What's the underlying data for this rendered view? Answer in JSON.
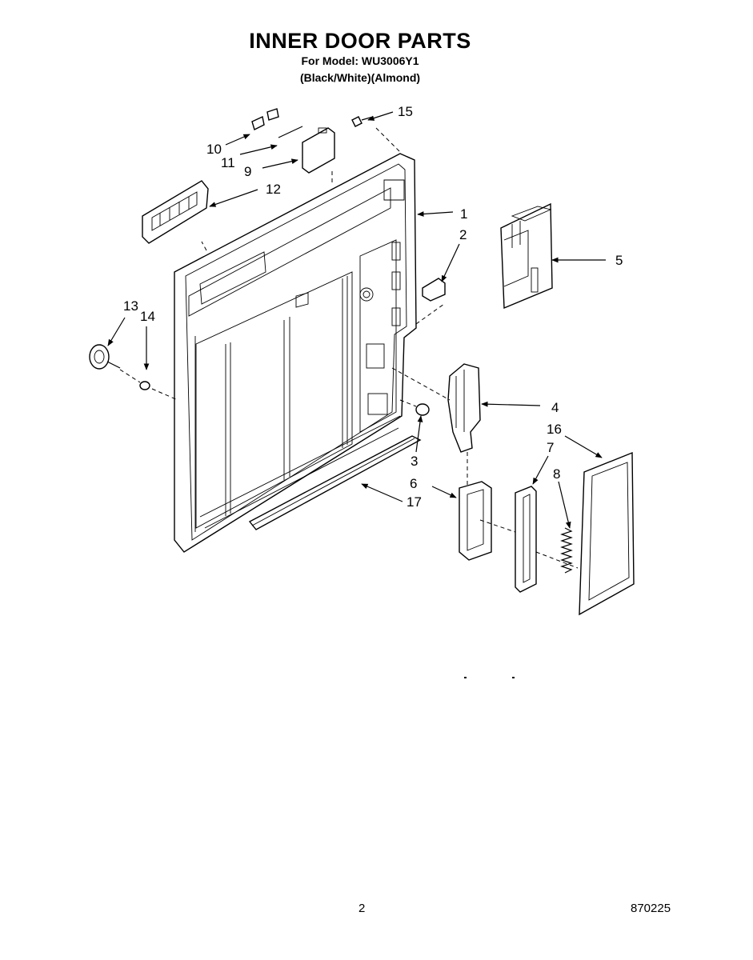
{
  "header": {
    "title": "INNER DOOR PARTS",
    "model_line": "For Model: WU3006Y1",
    "variant_line": "(Black/White)(Almond)"
  },
  "callouts": {
    "c1": "1",
    "c2": "2",
    "c3": "3",
    "c4": "4",
    "c5": "5",
    "c6": "6",
    "c7": "7",
    "c8": "8",
    "c9": "9",
    "c10": "10",
    "c11": "11",
    "c12": "12",
    "c13": "13",
    "c14": "14",
    "c15": "15",
    "c16": "16",
    "c17": "17"
  },
  "footer": {
    "page_number": "2",
    "document_number": "870225"
  }
}
